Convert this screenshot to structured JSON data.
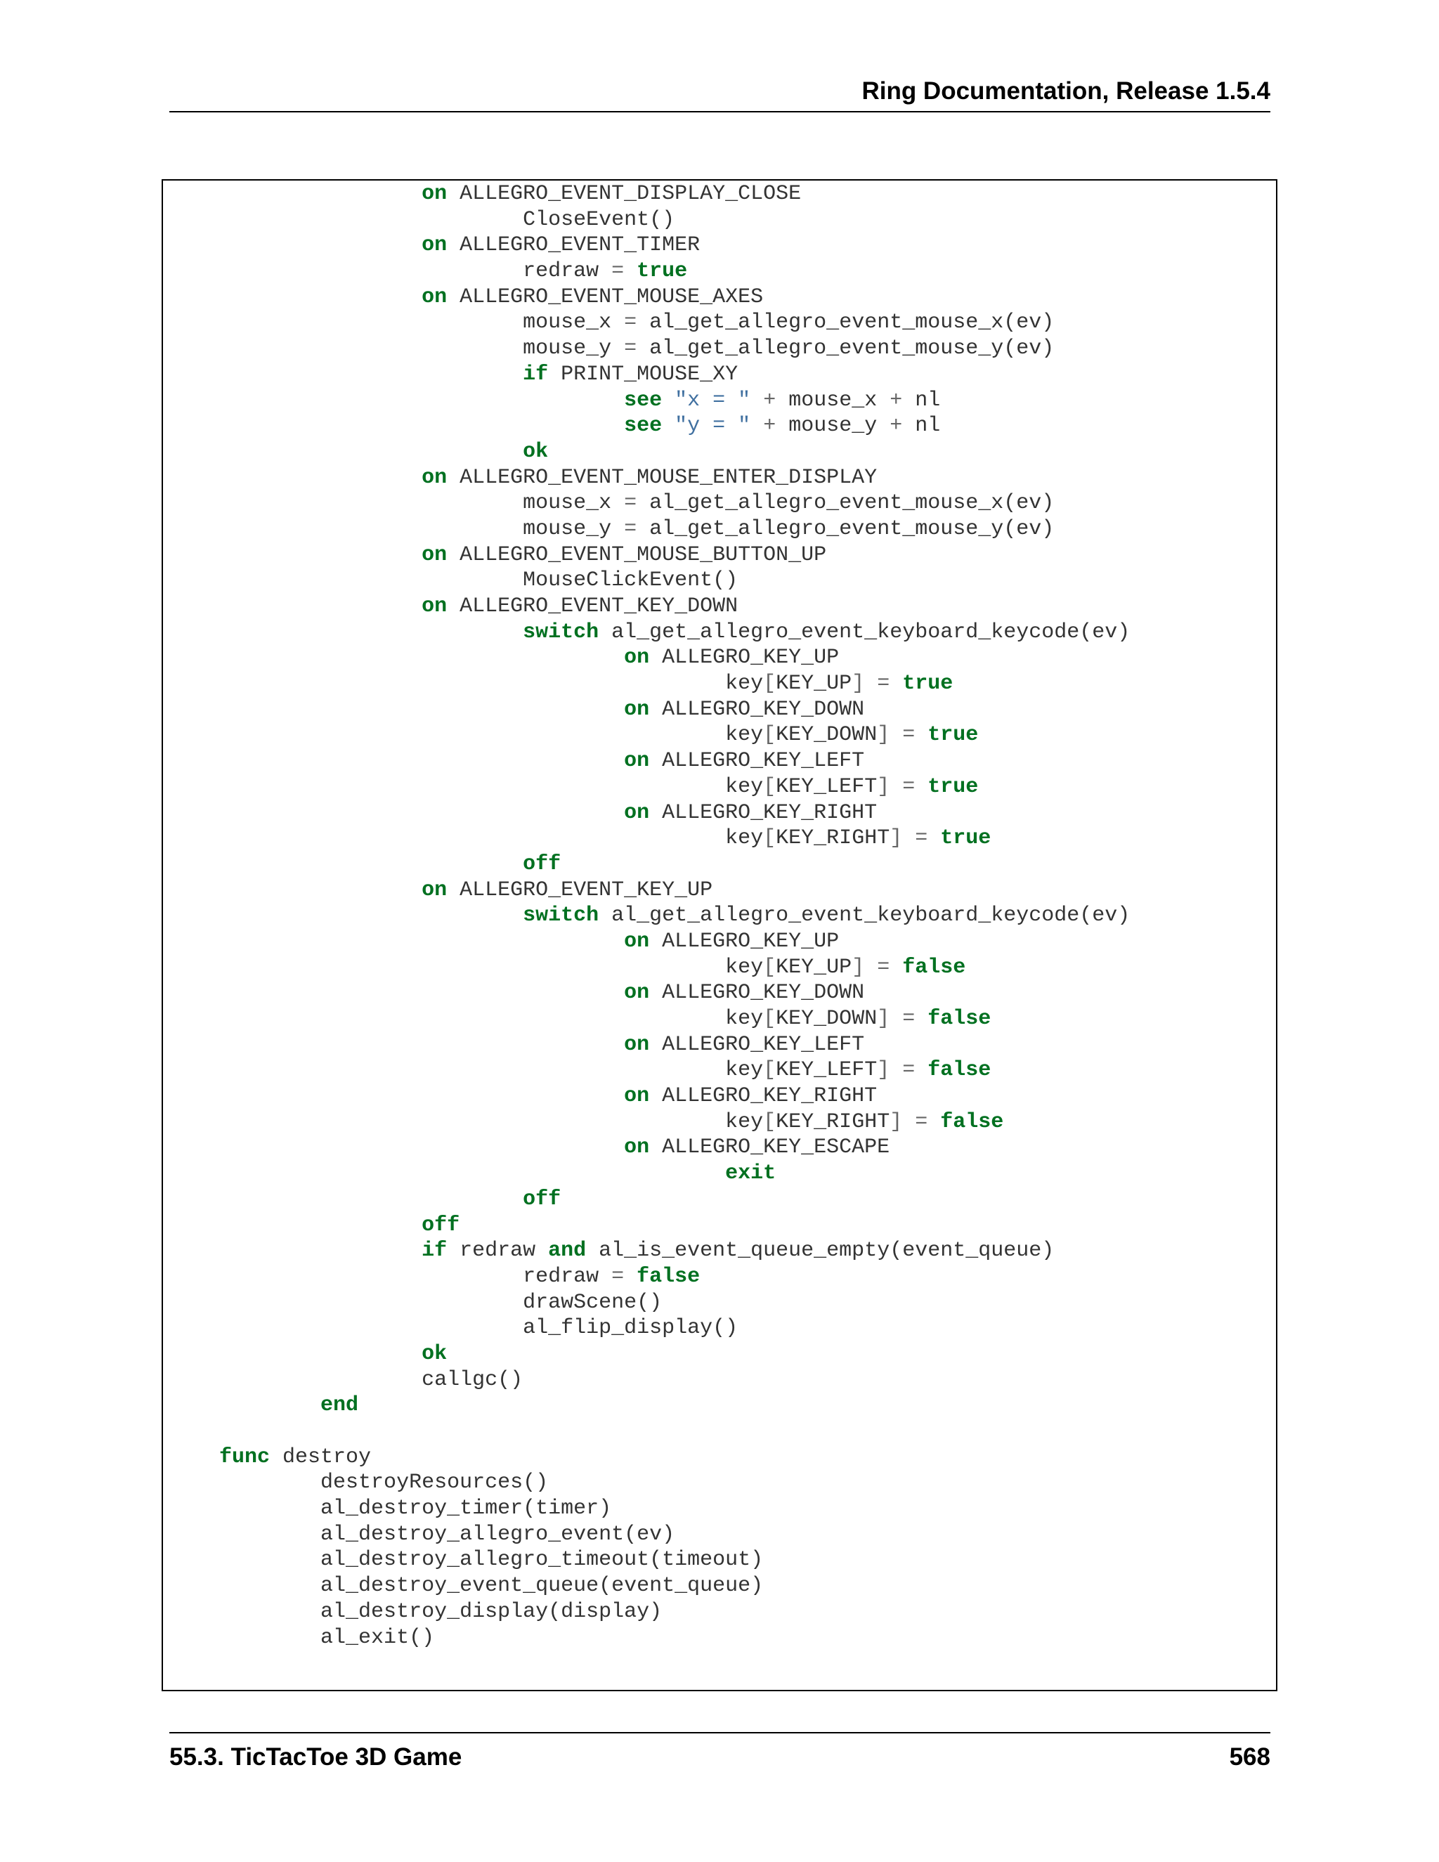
{
  "header": {
    "title": "Ring Documentation, Release 1.5.4"
  },
  "footer": {
    "section": "55.3.  TicTacToe 3D Game",
    "page_number": "568"
  },
  "code": {
    "lines": [
      [
        [
          "ws",
          "                    "
        ],
        [
          "kw",
          "on"
        ],
        [
          "ident",
          " ALLEGRO_EVENT_DISPLAY_CLOSE"
        ]
      ],
      [
        [
          "ws",
          "                            "
        ],
        [
          "ident",
          "CloseEvent()"
        ]
      ],
      [
        [
          "ws",
          "                    "
        ],
        [
          "kw",
          "on"
        ],
        [
          "ident",
          " ALLEGRO_EVENT_TIMER"
        ]
      ],
      [
        [
          "ws",
          "                            "
        ],
        [
          "ident",
          "redraw "
        ],
        [
          "op",
          "="
        ],
        [
          "ident",
          " "
        ],
        [
          "kw",
          "true"
        ]
      ],
      [
        [
          "ws",
          "                    "
        ],
        [
          "kw",
          "on"
        ],
        [
          "ident",
          " ALLEGRO_EVENT_MOUSE_AXES"
        ]
      ],
      [
        [
          "ws",
          "                            "
        ],
        [
          "ident",
          "mouse_x "
        ],
        [
          "op",
          "="
        ],
        [
          "ident",
          " al_get_allegro_event_mouse_x(ev)"
        ]
      ],
      [
        [
          "ws",
          "                            "
        ],
        [
          "ident",
          "mouse_y "
        ],
        [
          "op",
          "="
        ],
        [
          "ident",
          " al_get_allegro_event_mouse_y(ev)"
        ]
      ],
      [
        [
          "ws",
          "                            "
        ],
        [
          "kw",
          "if"
        ],
        [
          "ident",
          " PRINT_MOUSE_XY"
        ]
      ],
      [
        [
          "ws",
          "                                    "
        ],
        [
          "kw",
          "see"
        ],
        [
          "ident",
          " "
        ],
        [
          "str",
          "\"x = \""
        ],
        [
          "ident",
          " "
        ],
        [
          "op",
          "+"
        ],
        [
          "ident",
          " mouse_x "
        ],
        [
          "op",
          "+"
        ],
        [
          "ident",
          " nl"
        ]
      ],
      [
        [
          "ws",
          "                                    "
        ],
        [
          "kw",
          "see"
        ],
        [
          "ident",
          " "
        ],
        [
          "str",
          "\"y = \""
        ],
        [
          "ident",
          " "
        ],
        [
          "op",
          "+"
        ],
        [
          "ident",
          " mouse_y "
        ],
        [
          "op",
          "+"
        ],
        [
          "ident",
          " nl"
        ]
      ],
      [
        [
          "ws",
          "                            "
        ],
        [
          "kw",
          "ok"
        ]
      ],
      [
        [
          "ws",
          "                    "
        ],
        [
          "kw",
          "on"
        ],
        [
          "ident",
          " ALLEGRO_EVENT_MOUSE_ENTER_DISPLAY"
        ]
      ],
      [
        [
          "ws",
          "                            "
        ],
        [
          "ident",
          "mouse_x "
        ],
        [
          "op",
          "="
        ],
        [
          "ident",
          " al_get_allegro_event_mouse_x(ev)"
        ]
      ],
      [
        [
          "ws",
          "                            "
        ],
        [
          "ident",
          "mouse_y "
        ],
        [
          "op",
          "="
        ],
        [
          "ident",
          " al_get_allegro_event_mouse_y(ev)"
        ]
      ],
      [
        [
          "ws",
          "                    "
        ],
        [
          "kw",
          "on"
        ],
        [
          "ident",
          " ALLEGRO_EVENT_MOUSE_BUTTON_UP"
        ]
      ],
      [
        [
          "ws",
          "                            "
        ],
        [
          "ident",
          "MouseClickEvent()"
        ]
      ],
      [
        [
          "ws",
          "                    "
        ],
        [
          "kw",
          "on"
        ],
        [
          "ident",
          " ALLEGRO_EVENT_KEY_DOWN"
        ]
      ],
      [
        [
          "ws",
          "                            "
        ],
        [
          "kw",
          "switch"
        ],
        [
          "ident",
          " al_get_allegro_event_keyboard_keycode(ev)"
        ]
      ],
      [
        [
          "ws",
          "                                    "
        ],
        [
          "kw",
          "on"
        ],
        [
          "ident",
          " ALLEGRO_KEY_UP"
        ]
      ],
      [
        [
          "ws",
          "                                            "
        ],
        [
          "ident",
          "key"
        ],
        [
          "op",
          "["
        ],
        [
          "ident",
          "KEY_UP"
        ],
        [
          "op",
          "]"
        ],
        [
          "ident",
          " "
        ],
        [
          "op",
          "="
        ],
        [
          "ident",
          " "
        ],
        [
          "kw",
          "true"
        ]
      ],
      [
        [
          "ws",
          "                                    "
        ],
        [
          "kw",
          "on"
        ],
        [
          "ident",
          " ALLEGRO_KEY_DOWN"
        ]
      ],
      [
        [
          "ws",
          "                                            "
        ],
        [
          "ident",
          "key"
        ],
        [
          "op",
          "["
        ],
        [
          "ident",
          "KEY_DOWN"
        ],
        [
          "op",
          "]"
        ],
        [
          "ident",
          " "
        ],
        [
          "op",
          "="
        ],
        [
          "ident",
          " "
        ],
        [
          "kw",
          "true"
        ]
      ],
      [
        [
          "ws",
          "                                    "
        ],
        [
          "kw",
          "on"
        ],
        [
          "ident",
          " ALLEGRO_KEY_LEFT"
        ]
      ],
      [
        [
          "ws",
          "                                            "
        ],
        [
          "ident",
          "key"
        ],
        [
          "op",
          "["
        ],
        [
          "ident",
          "KEY_LEFT"
        ],
        [
          "op",
          "]"
        ],
        [
          "ident",
          " "
        ],
        [
          "op",
          "="
        ],
        [
          "ident",
          " "
        ],
        [
          "kw",
          "true"
        ]
      ],
      [
        [
          "ws",
          "                                    "
        ],
        [
          "kw",
          "on"
        ],
        [
          "ident",
          " ALLEGRO_KEY_RIGHT"
        ]
      ],
      [
        [
          "ws",
          "                                            "
        ],
        [
          "ident",
          "key"
        ],
        [
          "op",
          "["
        ],
        [
          "ident",
          "KEY_RIGHT"
        ],
        [
          "op",
          "]"
        ],
        [
          "ident",
          " "
        ],
        [
          "op",
          "="
        ],
        [
          "ident",
          " "
        ],
        [
          "kw",
          "true"
        ]
      ],
      [
        [
          "ws",
          "                            "
        ],
        [
          "kw",
          "off"
        ]
      ],
      [
        [
          "ws",
          "                    "
        ],
        [
          "kw",
          "on"
        ],
        [
          "ident",
          " ALLEGRO_EVENT_KEY_UP"
        ]
      ],
      [
        [
          "ws",
          "                            "
        ],
        [
          "kw",
          "switch"
        ],
        [
          "ident",
          " al_get_allegro_event_keyboard_keycode(ev)"
        ]
      ],
      [
        [
          "ws",
          "                                    "
        ],
        [
          "kw",
          "on"
        ],
        [
          "ident",
          " ALLEGRO_KEY_UP"
        ]
      ],
      [
        [
          "ws",
          "                                            "
        ],
        [
          "ident",
          "key"
        ],
        [
          "op",
          "["
        ],
        [
          "ident",
          "KEY_UP"
        ],
        [
          "op",
          "]"
        ],
        [
          "ident",
          " "
        ],
        [
          "op",
          "="
        ],
        [
          "ident",
          " "
        ],
        [
          "kw",
          "false"
        ]
      ],
      [
        [
          "ws",
          "                                    "
        ],
        [
          "kw",
          "on"
        ],
        [
          "ident",
          " ALLEGRO_KEY_DOWN"
        ]
      ],
      [
        [
          "ws",
          "                                            "
        ],
        [
          "ident",
          "key"
        ],
        [
          "op",
          "["
        ],
        [
          "ident",
          "KEY_DOWN"
        ],
        [
          "op",
          "]"
        ],
        [
          "ident",
          " "
        ],
        [
          "op",
          "="
        ],
        [
          "ident",
          " "
        ],
        [
          "kw",
          "false"
        ]
      ],
      [
        [
          "ws",
          "                                    "
        ],
        [
          "kw",
          "on"
        ],
        [
          "ident",
          " ALLEGRO_KEY_LEFT"
        ]
      ],
      [
        [
          "ws",
          "                                            "
        ],
        [
          "ident",
          "key"
        ],
        [
          "op",
          "["
        ],
        [
          "ident",
          "KEY_LEFT"
        ],
        [
          "op",
          "]"
        ],
        [
          "ident",
          " "
        ],
        [
          "op",
          "="
        ],
        [
          "ident",
          " "
        ],
        [
          "kw",
          "false"
        ]
      ],
      [
        [
          "ws",
          "                                    "
        ],
        [
          "kw",
          "on"
        ],
        [
          "ident",
          " ALLEGRO_KEY_RIGHT"
        ]
      ],
      [
        [
          "ws",
          "                                            "
        ],
        [
          "ident",
          "key"
        ],
        [
          "op",
          "["
        ],
        [
          "ident",
          "KEY_RIGHT"
        ],
        [
          "op",
          "]"
        ],
        [
          "ident",
          " "
        ],
        [
          "op",
          "="
        ],
        [
          "ident",
          " "
        ],
        [
          "kw",
          "false"
        ]
      ],
      [
        [
          "ws",
          "                                    "
        ],
        [
          "kw",
          "on"
        ],
        [
          "ident",
          " ALLEGRO_KEY_ESCAPE"
        ]
      ],
      [
        [
          "ws",
          "                                            "
        ],
        [
          "kw",
          "exit"
        ]
      ],
      [
        [
          "ws",
          "                            "
        ],
        [
          "kw",
          "off"
        ]
      ],
      [
        [
          "ws",
          "                    "
        ],
        [
          "kw",
          "off"
        ]
      ],
      [
        [
          "ws",
          "                    "
        ],
        [
          "kw",
          "if"
        ],
        [
          "ident",
          " redraw "
        ],
        [
          "kw",
          "and"
        ],
        [
          "ident",
          " al_is_event_queue_empty(event_queue)"
        ]
      ],
      [
        [
          "ws",
          "                            "
        ],
        [
          "ident",
          "redraw "
        ],
        [
          "op",
          "="
        ],
        [
          "ident",
          " "
        ],
        [
          "kw",
          "false"
        ]
      ],
      [
        [
          "ws",
          "                            "
        ],
        [
          "ident",
          "drawScene()"
        ]
      ],
      [
        [
          "ws",
          "                            "
        ],
        [
          "ident",
          "al_flip_display()"
        ]
      ],
      [
        [
          "ws",
          "                    "
        ],
        [
          "kw",
          "ok"
        ]
      ],
      [
        [
          "ws",
          "                    "
        ],
        [
          "ident",
          "callgc()"
        ]
      ],
      [
        [
          "ws",
          "            "
        ],
        [
          "kw",
          "end"
        ]
      ],
      [],
      [
        [
          "ws",
          "    "
        ],
        [
          "kw",
          "func"
        ],
        [
          "ident",
          " destroy"
        ]
      ],
      [
        [
          "ws",
          "            "
        ],
        [
          "ident",
          "destroyResources()"
        ]
      ],
      [
        [
          "ws",
          "            "
        ],
        [
          "ident",
          "al_destroy_timer(timer)"
        ]
      ],
      [
        [
          "ws",
          "            "
        ],
        [
          "ident",
          "al_destroy_allegro_event(ev)"
        ]
      ],
      [
        [
          "ws",
          "            "
        ],
        [
          "ident",
          "al_destroy_allegro_timeout(timeout)"
        ]
      ],
      [
        [
          "ws",
          "            "
        ],
        [
          "ident",
          "al_destroy_event_queue(event_queue)"
        ]
      ],
      [
        [
          "ws",
          "            "
        ],
        [
          "ident",
          "al_destroy_display(display)"
        ]
      ],
      [
        [
          "ws",
          "            "
        ],
        [
          "ident",
          "al_exit()"
        ]
      ]
    ]
  }
}
